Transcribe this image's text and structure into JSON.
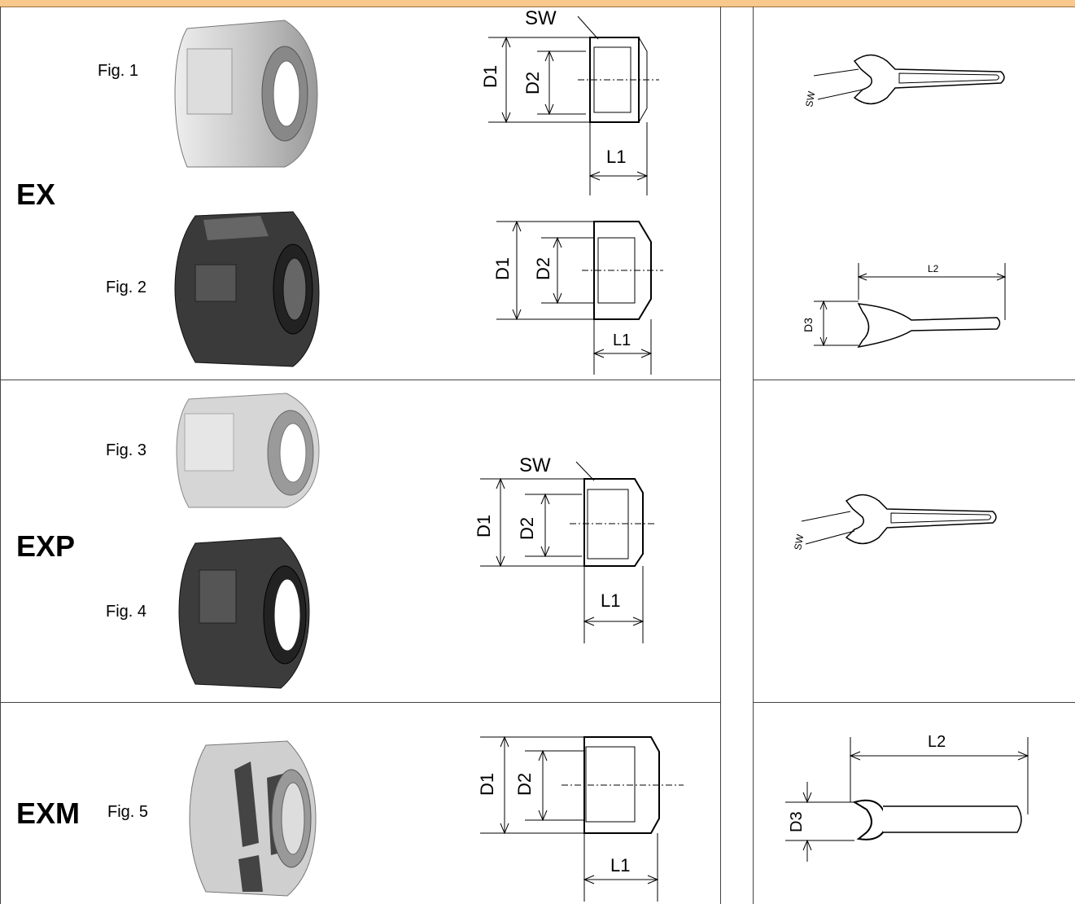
{
  "rows": [
    {
      "type_label": "EX",
      "figures": [
        "Fig. 1",
        "Fig. 2"
      ]
    },
    {
      "type_label": "EXP",
      "figures": [
        "Fig. 3",
        "Fig. 4"
      ]
    },
    {
      "type_label": "EXM",
      "figures": [
        "Fig. 5"
      ]
    }
  ],
  "dim": {
    "sw": "SW",
    "d1": "D1",
    "d2": "D2",
    "d3": "D3",
    "l1": "L1",
    "l2": "L2"
  },
  "colors": {
    "header_bar": "#f8c88c",
    "nut_silver": "#c8c8c8",
    "nut_black": "#3a3a3a"
  }
}
